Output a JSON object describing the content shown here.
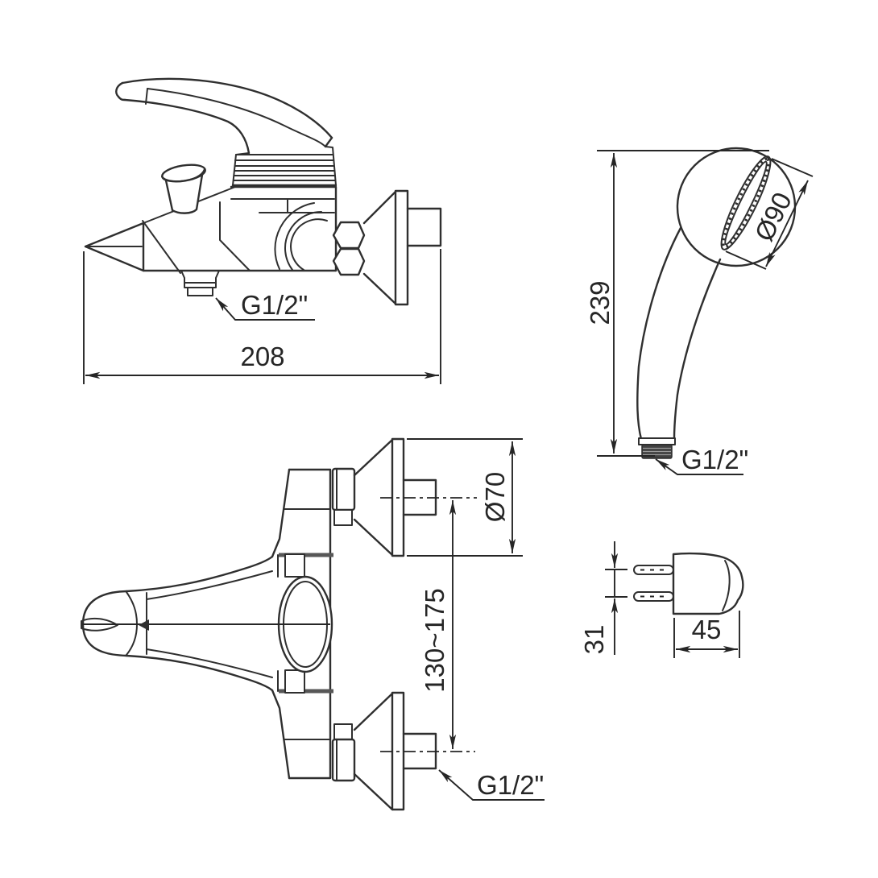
{
  "style": {
    "bg_color": "#ffffff",
    "line_color": "#2f2f2f",
    "dim_color": "#262626",
    "bar_color": "#575757",
    "nut_color": "#414141",
    "ridge_color": "#9a9a9a"
  },
  "views": {
    "faucet_side": {
      "width_mm": "208",
      "outlet_thread": "G1/2\""
    },
    "hand_shower": {
      "length_mm": "239",
      "head_diameter": "Ø90",
      "connector_thread": "G1/2\""
    },
    "faucet_front": {
      "escutcheon_diameter": "Ø70",
      "inlet_spacing_mm": "130~175",
      "inlet_thread": "G1/2\""
    },
    "wall_bracket": {
      "hole_spacing_mm": "31",
      "depth_mm": "45"
    }
  }
}
